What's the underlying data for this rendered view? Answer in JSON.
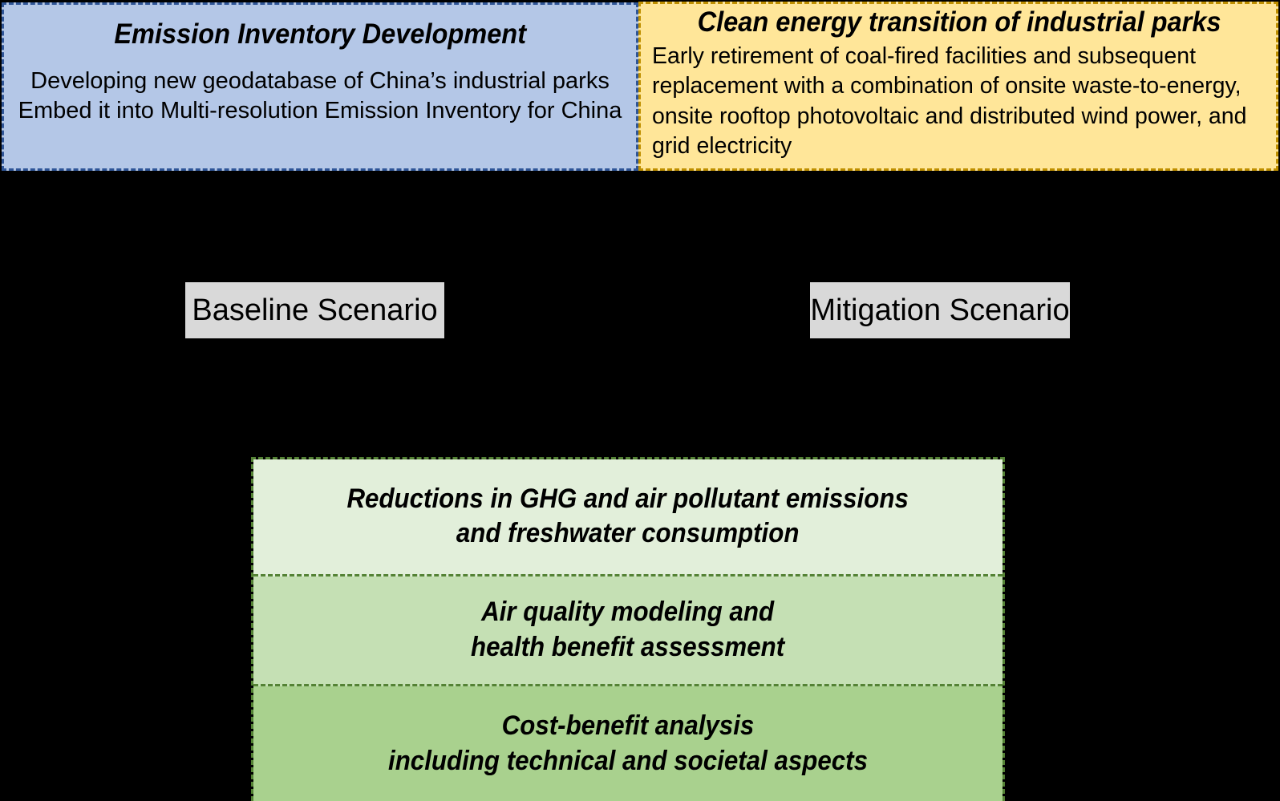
{
  "colors": {
    "blue_fill": "#b4c7e7",
    "blue_border": "#2f5597",
    "yellow_fill": "#ffe699",
    "yellow_border": "#bf8f00",
    "gray_fill": "#d9d9d9",
    "green_border": "#548235",
    "green_light": "#e2efda",
    "green_medium": "#c5e0b4",
    "green_dark": "#a9d18e",
    "background": "#000000"
  },
  "top_boxes": [
    {
      "id": "emission-inventory",
      "title": "Emission Inventory Development",
      "lines": [
        "Developing new geodatabase of China’s industrial parks",
        "Embed it into Multi-resolution Emission Inventory for China"
      ]
    },
    {
      "id": "clean-energy",
      "title": "Clean energy transition of industrial parks",
      "body": "Early retirement of coal-fired facilities and subsequent replacement with a combination of onsite waste-to-energy, onsite rooftop photovoltaic and distributed wind power, and grid electricity"
    }
  ],
  "scenarios": [
    {
      "id": "baseline",
      "label": "Baseline Scenario"
    },
    {
      "id": "mitigation",
      "label": "Mitigation Scenario"
    }
  ],
  "outcomes": [
    {
      "id": "emission-reductions",
      "line1": "Reductions in GHG and air pollutant emissions",
      "line2": "and freshwater consumption"
    },
    {
      "id": "air-quality",
      "line1": "Air quality modeling and",
      "line2": "health benefit assessment"
    },
    {
      "id": "cost-benefit",
      "line1": "Cost-benefit analysis",
      "line2": "including technical and societal aspects"
    }
  ]
}
